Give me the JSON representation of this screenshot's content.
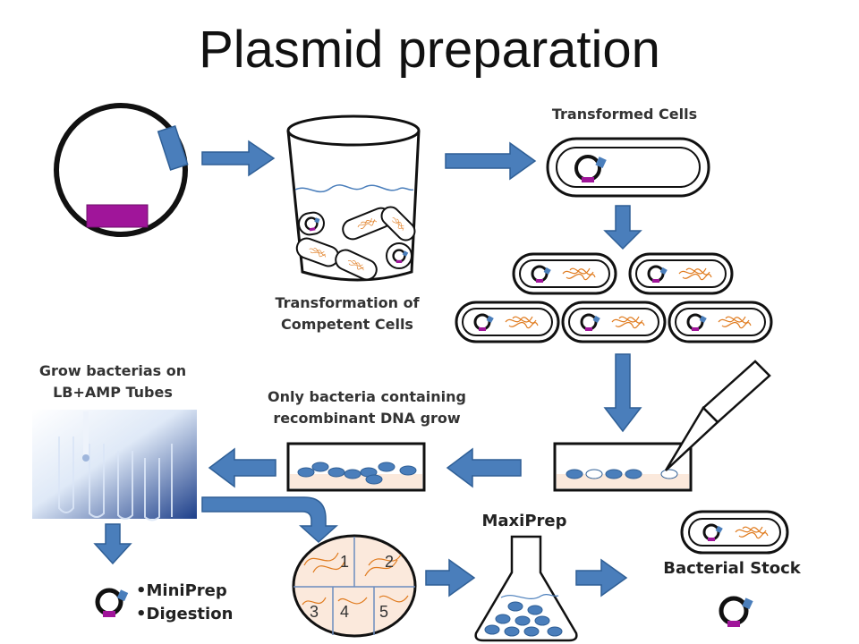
{
  "title": "Plasmid preparation",
  "labels": {
    "transformed_cells": "Transformed Cells",
    "transformation_line1": "Transformation of",
    "transformation_line2": "Competent Cells",
    "grow_line1": "Grow bacterias on",
    "grow_line2": "LB+AMP Tubes",
    "only_line1": "Only bacteria containing",
    "only_line2": "recombinant DNA grow",
    "maxiprep": "MaxiPrep",
    "miniprep": "•MiniPrep",
    "digestion": "•Digestion",
    "bacterial_stock": "Bacterial Stock"
  },
  "plate_sectors": [
    "1",
    "2",
    "3",
    "4",
    "5"
  ],
  "colors": {
    "arrow": "#4a7ebb",
    "plasmid_marker": "#a0159a",
    "dna": "#e07b1e",
    "media": "#fbe9dc"
  }
}
